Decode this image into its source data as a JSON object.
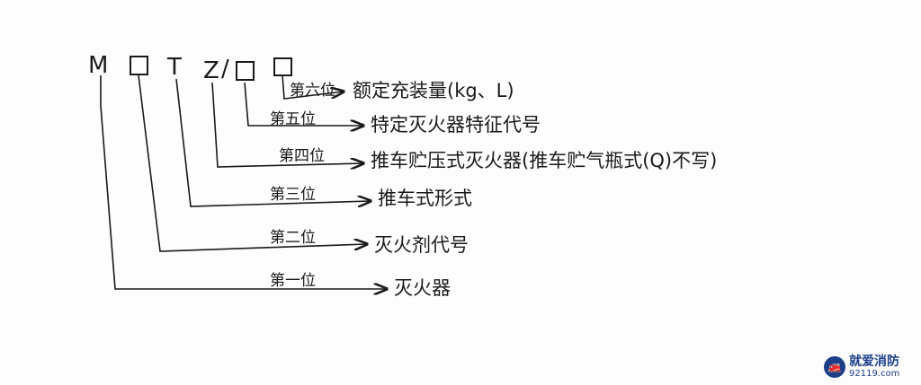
{
  "code": {
    "first": "M",
    "second": "□",
    "third": "T",
    "fourth": "Z",
    "separator": "/"
  },
  "positions": [
    {
      "label": "第一位",
      "description": "灭火器"
    },
    {
      "label": "第二位",
      "description": "灭火剂代号"
    },
    {
      "label": "第三位",
      "description": "推车式形式"
    },
    {
      "label": "第四位",
      "description": "推车贮压式灭火器(推车贮气瓶式(Q)不写)"
    },
    {
      "label": "第五位",
      "description": "特定灭火器特征代号"
    },
    {
      "label": "第六位",
      "description": "额定充装量(kg、L)"
    }
  ],
  "watermark": {
    "title": "就爱消防",
    "url": "92119.com",
    "logo_icon": "fire-fighter-logo-icon",
    "color": "#1d3f8a"
  },
  "ink_color": "#1a1a1a"
}
